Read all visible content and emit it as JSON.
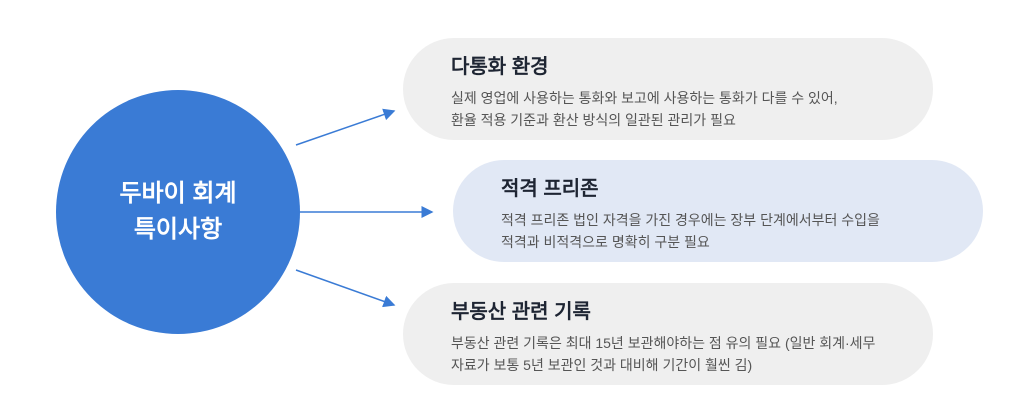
{
  "center": {
    "line1": "두바이 회계",
    "line2": "특이사항"
  },
  "items": [
    {
      "title": "다통화 환경",
      "line1": "실제 영업에 사용하는 통화와 보고에 사용하는 통화가 다를 수 있어,",
      "line2": "환율 적용 기준과 환산 방식의 일관된 관리가 필요"
    },
    {
      "title": "적격 프리존",
      "line1": "적격 프리존 법인 자격을 가진 경우에는 장부 단계에서부터 수입을",
      "line2": "적격과 비적격으로 명확히 구분 필요"
    },
    {
      "title": "부동산 관련 기록",
      "line1": "부동산 관련 기록은 최대 15년 보관해야하는 점 유의 필요 (일반 회계·세무",
      "line2": "자료가 보통 5년 보관인 것과 대비해 기간이 훨씬 김)"
    }
  ],
  "colors": {
    "accent": "#3a7bd5",
    "pill_gray": "#efefef",
    "pill_blue": "#e1e8f5"
  }
}
